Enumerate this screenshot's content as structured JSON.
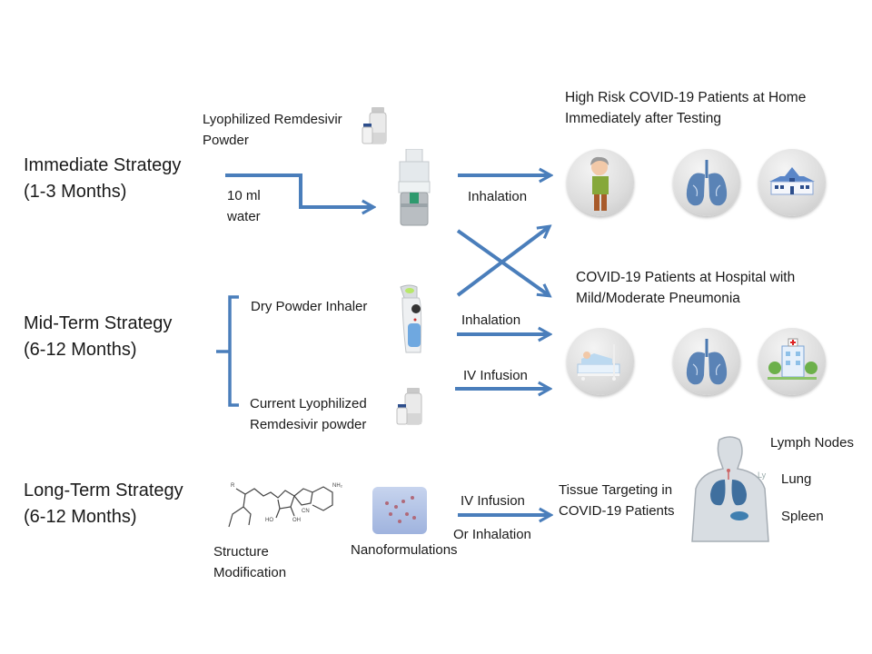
{
  "colors": {
    "arrow": "#4a7ebb",
    "text": "#1a1a1a",
    "circle_bg": "#d9d9d9",
    "lung": "#4a78b0"
  },
  "strategies": [
    {
      "title": "Immediate Strategy",
      "period": "(1-3 Months)"
    },
    {
      "title": "Mid-Term Strategy",
      "period": "(6-12 Months)"
    },
    {
      "title": "Long-Term Strategy",
      "period": "(6-12 Months)"
    }
  ],
  "immediate": {
    "powder_label_line1": "Lyophilized Remdesivir",
    "powder_label_line2": "Powder",
    "water_line1": "10 ml",
    "water_line2": "water",
    "route_label": "Inhalation",
    "icons": [
      "vial-icon",
      "nebulizer-icon"
    ]
  },
  "midterm": {
    "dpi_label": "Dry Powder Inhaler",
    "powder_line1": "Current Lyophilized",
    "powder_line2": "Remdesivir powder",
    "route_inhalation": "Inhalation",
    "route_iv": "IV Infusion"
  },
  "longterm": {
    "structure_line1": "Structure",
    "structure_line2": "Modification",
    "nano_label": "Nanoformulations",
    "route_iv": "IV Infusion",
    "route_or": "Or Inhalation",
    "target_line1": "Tissue Targeting in",
    "target_line2": "COVID-19 Patients",
    "organs": [
      "Lymph Nodes",
      "Lung",
      "Spleen"
    ],
    "body_fragment": "Ly"
  },
  "outcomes": [
    {
      "line1": "High Risk COVID-19 Patients at Home",
      "line2": "Immediately after Testing",
      "icons": [
        "sick-elderly-person-icon",
        "lungs-icon",
        "home-icon"
      ]
    },
    {
      "line1": "COVID-19 Patients at Hospital with",
      "line2": "Mild/Moderate Pneumonia",
      "icons": [
        "hospital-bed-patient-icon",
        "lungs-icon",
        "hospital-building-icon"
      ]
    }
  ]
}
